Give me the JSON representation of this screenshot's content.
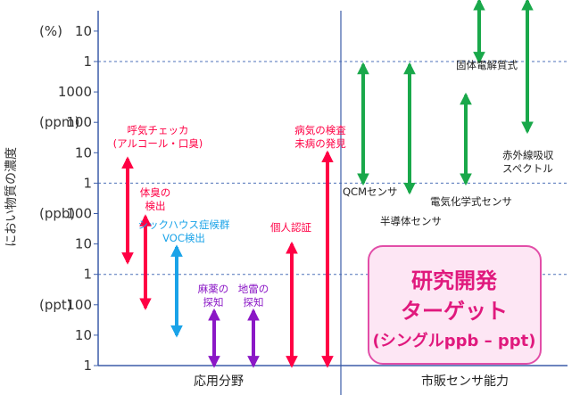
{
  "chart_data": {
    "type": "range",
    "title": "",
    "ylabel": "におい物質の濃度",
    "x_categories": [
      "応用分野",
      "市販センサ能力"
    ],
    "y_ticks": [
      "1",
      "10",
      "100",
      "1",
      "10",
      "100",
      "1",
      "10",
      "100",
      "1000",
      "1",
      "10"
    ],
    "y_units": [
      {
        "label": "(ppt)",
        "level": 2
      },
      {
        "label": "(ppb)",
        "level": 5
      },
      {
        "label": "(ppm)",
        "level": 8
      },
      {
        "label": "(%)",
        "level": 11
      }
    ],
    "reference_lines": [
      3,
      6,
      10
    ],
    "level_note": "level n = 10^n ppt (0 = 1 ppt, 3 = 1 ppb, 6 = 1 ppm, 10 = 1 %)",
    "applications": [
      {
        "name": "呼気チェッカ\n(アルコール・口臭)",
        "color": "#ff0044",
        "from": 3.4,
        "to": 6.8
      },
      {
        "name": "体臭の\n検出",
        "color": "#ff0044",
        "from": 1.9,
        "to": 4.9
      },
      {
        "name": "シックハウス症候群\nVOC検出",
        "color": "#1aa3e8",
        "from": 1.0,
        "to": 3.9
      },
      {
        "name": "麻薬の\n探知",
        "color": "#8b18c6",
        "from": 0.0,
        "to": 1.8
      },
      {
        "name": "地雷の\n探知",
        "color": "#8b18c6",
        "from": 0.0,
        "to": 1.8
      },
      {
        "name": "個人認証",
        "color": "#ff0044",
        "from": 0.0,
        "to": 4.0
      },
      {
        "name": "病気の検査\n未病の発見",
        "color": "#ff0044",
        "from": 0.0,
        "to": 7.0
      }
    ],
    "market_sensors": [
      {
        "name": "QCMセンサ",
        "color": "#19a84a",
        "from": 6.0,
        "to": 9.9
      },
      {
        "name": "半導体センサ",
        "color": "#19a84a",
        "from": 5.7,
        "to": 9.9
      },
      {
        "name": "電気化学式センサ",
        "color": "#19a84a",
        "from": 6.0,
        "to": 8.9
      },
      {
        "name": "固体電解質式",
        "color": "#19a84a",
        "from": 10.0,
        "to": 12.0
      },
      {
        "name": "赤外線吸収\nスペクトル",
        "color": "#19a84a",
        "from": 7.7,
        "to": 12.0
      }
    ],
    "highlight": {
      "line1": "研究開発",
      "line2": "ターゲット",
      "line3": "(シングルppb – ppt)",
      "text_color": "#e0197d",
      "fill": "#fde6f4",
      "border": "#e24ea8"
    },
    "colors": {
      "axis": "#3b5ca8",
      "reference": "#4d70b8",
      "divider": "#3b5ca8"
    }
  }
}
